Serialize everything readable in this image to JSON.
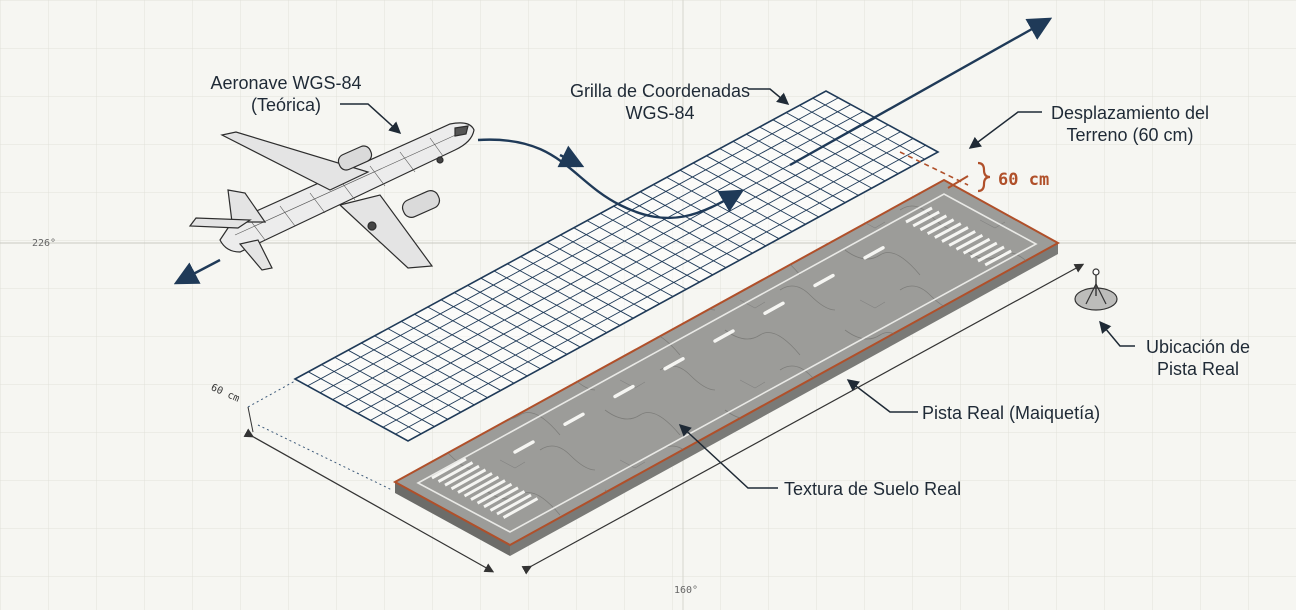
{
  "colors": {
    "background": "#f6f6f2",
    "paper_grid": "#dcdcd4",
    "ink": "#1f3a58",
    "accent": "#b0502a",
    "concrete": "#9a9a98"
  },
  "labels": {
    "aircraft_line1": "Aeronave WGS-84",
    "aircraft_line2": "(Teórica)",
    "grid_line1": "Grilla de Coordenadas",
    "grid_line2": "WGS-84",
    "displacement_line1": "Desplazamiento del",
    "displacement_line2": "Terreno (60 cm)",
    "offset_value": "60 cm",
    "location_line1": "Ubicación de",
    "location_line2": "Pista Real",
    "runway": "Pista Real (Maiquetía)",
    "texture": "Textura de Suelo Real",
    "left_offset": "60 cm",
    "axis_left": "226°",
    "axis_bottom": "160°"
  },
  "icons": {
    "aircraft": "airplane-wireframe-icon",
    "location": "survey-marker-icon"
  }
}
